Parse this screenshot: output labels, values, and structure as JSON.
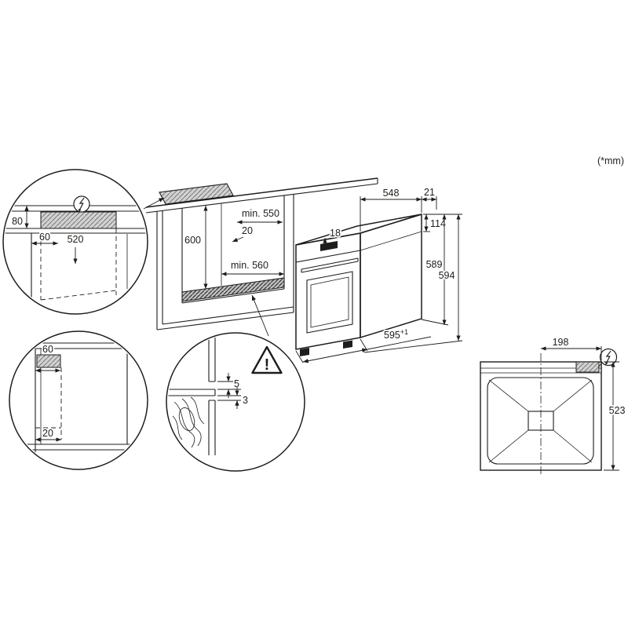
{
  "units_label": "(*mm)",
  "colors": {
    "line": "#1d1d1b",
    "hatch": "#d2d2d2",
    "hatch_dark": "#c0c0c0",
    "background": "#ffffff"
  },
  "cabinet_view": {
    "niche_depth": "min. 550",
    "rear_clearance": "20",
    "niche_height": "600",
    "niche_width": "min. 560"
  },
  "oven_view": {
    "top_depth": "548",
    "front_frame": "21",
    "top_inset": "18",
    "panel_height": "114",
    "height_body": "589",
    "height_total": "594",
    "width": "595",
    "width_tolerance": "+1"
  },
  "electrical_detail": {
    "zone_height": "80",
    "front_offset": "60",
    "zone_depth": "520"
  },
  "side_detail": {
    "front_zone": "60",
    "bottom_clearance": "20"
  },
  "gap_detail": {
    "upper_gap": "5",
    "lower_gap": "3",
    "warning_mark": "!"
  },
  "top_view": {
    "connection_offset": "198",
    "depth": "523"
  },
  "icons": {
    "electrical": "lightning-bolt",
    "warning": "warning-triangle"
  }
}
